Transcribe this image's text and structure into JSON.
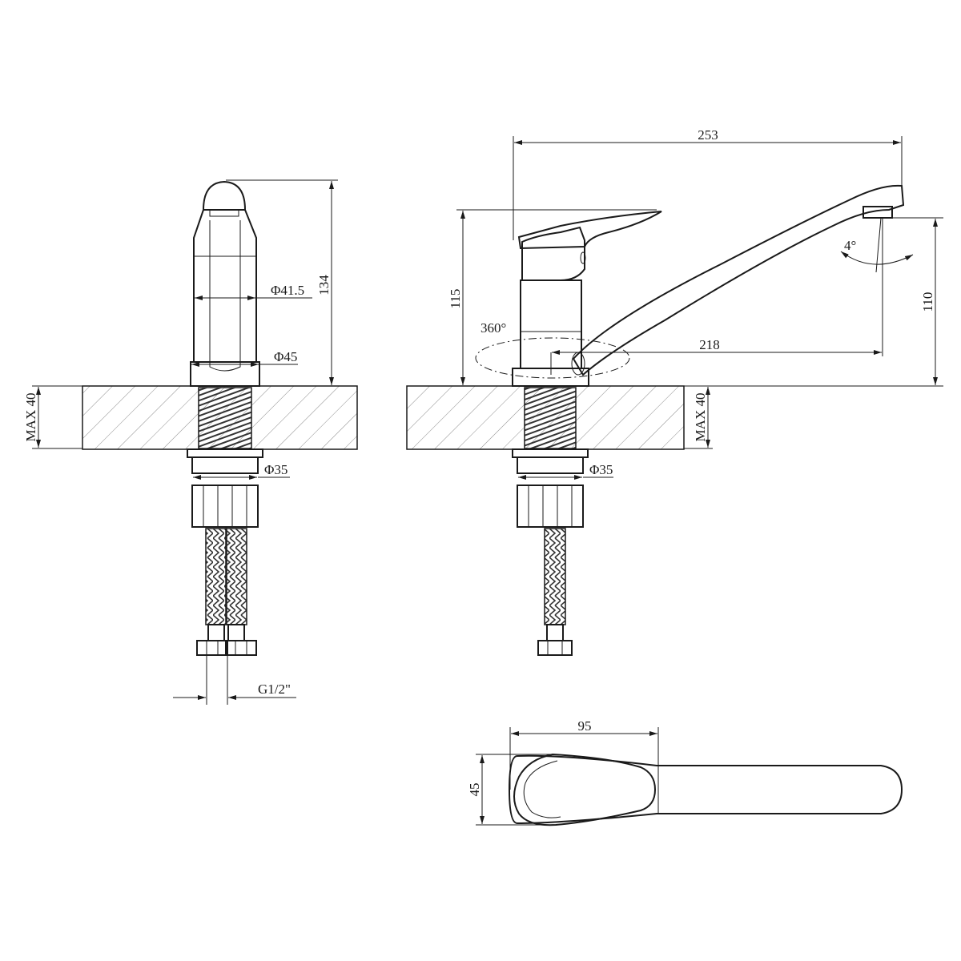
{
  "drawing": {
    "front_view": {
      "height_label": "134",
      "body_diameter_label": "Φ41.5",
      "base_diameter_label": "Φ45",
      "mount_diameter_label": "Φ35",
      "thread_label": "G1/2\"",
      "max_thickness_label": "MAX 40"
    },
    "side_view": {
      "spout_reach_label": "253",
      "spout_length_label": "218",
      "body_height_label": "115",
      "spout_height_label": "110",
      "rotation_label": "360°",
      "tilt_angle_label": "4°",
      "mount_diameter_label": "Φ35",
      "max_thickness_label": "MAX 40"
    },
    "top_view": {
      "handle_length_label": "95",
      "handle_width_label": "45"
    }
  }
}
